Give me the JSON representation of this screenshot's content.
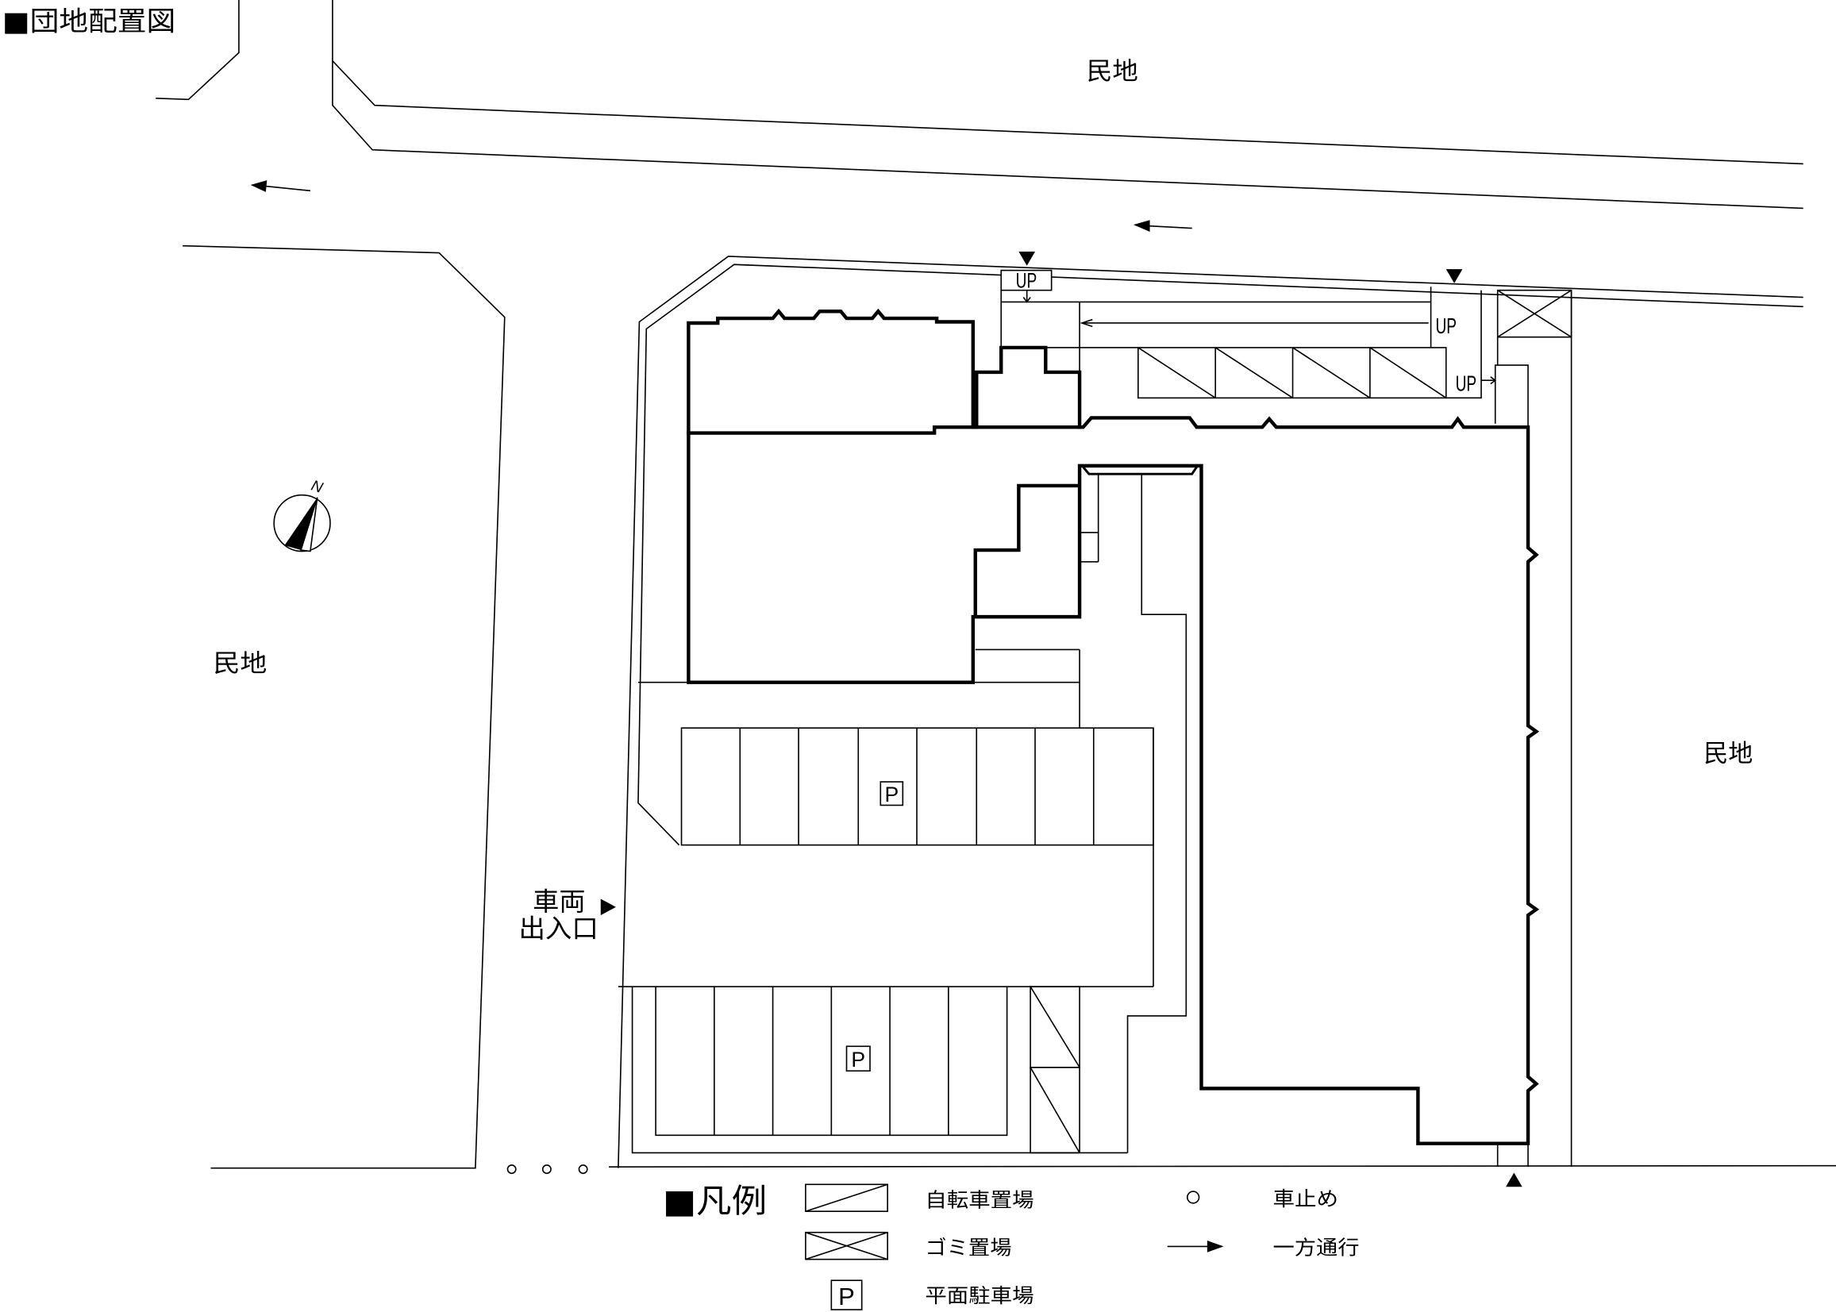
{
  "title": "■団地配置図",
  "neighbors": {
    "north": "民地",
    "west": "民地",
    "east": "民地"
  },
  "compass": {
    "north_label": "N"
  },
  "entrance": {
    "line1": "車両",
    "line2": "出入口"
  },
  "stairs": {
    "north_west_up": "UP",
    "ramp_up": "UP",
    "north_east_up": "UP"
  },
  "parking": {
    "north_row_label": "P",
    "south_row_label": "P"
  },
  "legend": {
    "heading": "■凡例",
    "items": [
      {
        "icon": "bicycle-parking-icon",
        "label": "自転車置場"
      },
      {
        "icon": "garbage-area-icon",
        "label": "ゴミ置場"
      },
      {
        "icon": "parking-icon",
        "label": "平面駐車場",
        "symbol_text": "P"
      },
      {
        "icon": "wheel-stop-icon",
        "label": "車止め"
      },
      {
        "icon": "one-way-arrow-icon",
        "label": "一方通行"
      }
    ]
  },
  "colors": {
    "ink": "#000000",
    "paper": "#ffffff"
  }
}
